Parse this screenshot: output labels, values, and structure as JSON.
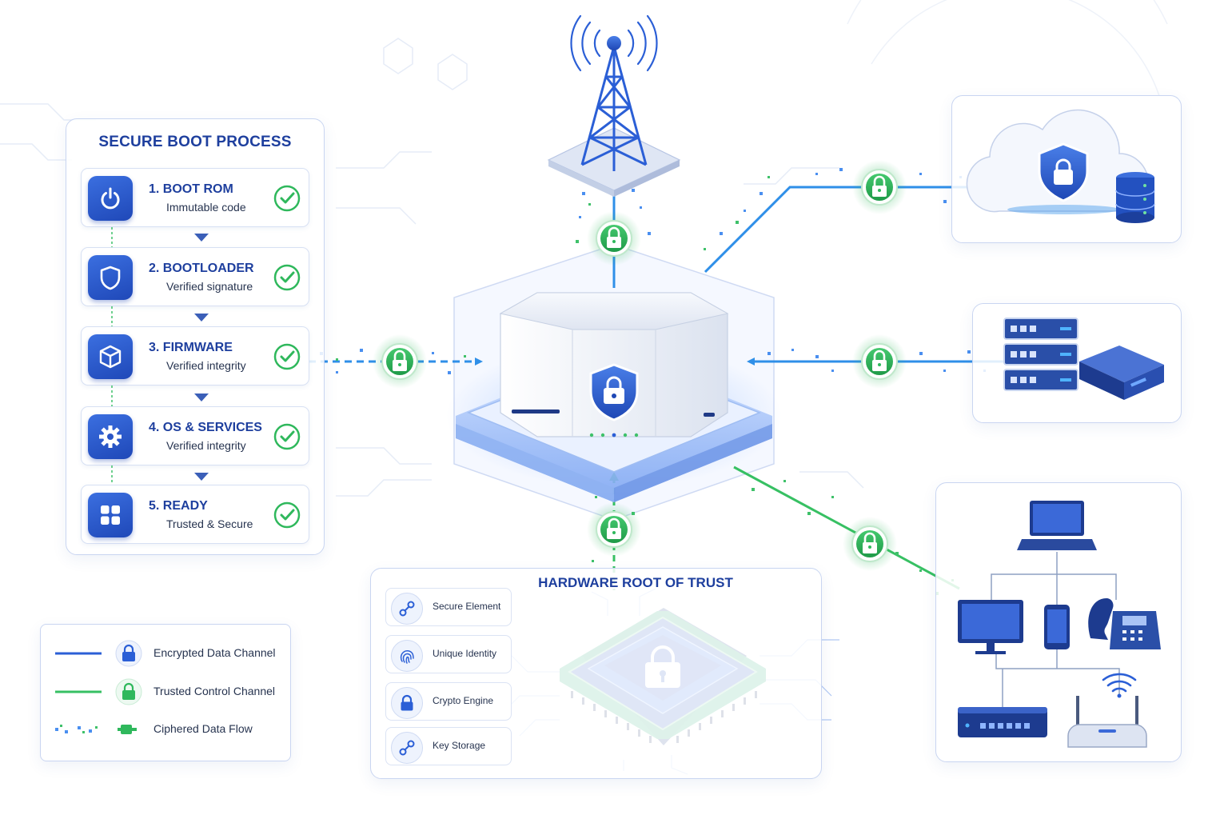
{
  "boot_process": {
    "title": "SECURE BOOT PROCESS",
    "steps": [
      {
        "name": "1.  BOOT ROM",
        "desc": "Immutable code",
        "icon": "power-icon",
        "status": "check-icon"
      },
      {
        "name": "2.  BOOTLOADER",
        "desc": "Verified signature",
        "icon": "shield-icon",
        "status": "check-icon"
      },
      {
        "name": "3.  FIRMWARE",
        "desc": "Verified integrity",
        "icon": "cube-icon",
        "status": "check-icon"
      },
      {
        "name": "4.  OS & SERVICES",
        "desc": "Verified integrity",
        "icon": "gear-icon",
        "status": "check-icon"
      },
      {
        "name": "5.  READY",
        "desc": "Trusted & Secure",
        "icon": "grid-icon",
        "status": "check-icon"
      }
    ]
  },
  "hardware_root": {
    "title": "HARDWARE ROOT OF TRUST",
    "items": [
      {
        "label": "Secure Element",
        "icon": "link-icon"
      },
      {
        "label": "Unique Identity",
        "icon": "fingerprint-icon"
      },
      {
        "label": "Crypto Engine",
        "icon": "lock-icon"
      },
      {
        "label": "Key Storage",
        "icon": "key-icon"
      }
    ],
    "chip_icon": "chip-lock-icon"
  },
  "legend": {
    "items": [
      {
        "label": "Encrypted Data Channel",
        "icon": "blue-lock-icon"
      },
      {
        "label": "Trusted Control Channel",
        "icon": "green-lock-icon"
      },
      {
        "label": "Ciphered Data Flow",
        "icon": "data-flow-icon"
      }
    ]
  },
  "nodes": {
    "center": "secure-gateway-device",
    "tower": "cell-tower",
    "cloud": "cloud-with-shield",
    "servers": "server-rack",
    "devices": [
      "laptop",
      "monitor",
      "smartphone",
      "desk-phone",
      "network-switch",
      "wifi-router"
    ]
  },
  "colors": {
    "primary_blue": "#2b5fd6",
    "dark_blue": "#1e3f9e",
    "trusted_green": "#2fb85c",
    "data_blue": "#2f8fe8"
  }
}
